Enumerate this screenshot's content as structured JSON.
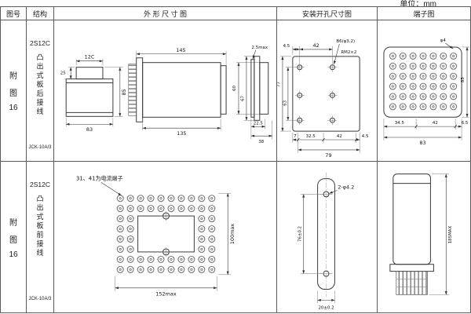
{
  "unit": "单位：mm",
  "header": {
    "col_fig": "图号",
    "col_struct": "结构",
    "col_outline": "外 形 尺 寸 图",
    "col_mounting": "安装开孔尺寸图",
    "col_terminal": "端子图"
  },
  "row1": {
    "fig": {
      "c1": "附",
      "c2": "图",
      "c3": "16"
    },
    "struct": {
      "model": "2S12C",
      "desc": "凸出式板后接线",
      "code": "JCK-10A/3"
    },
    "outline": {
      "d12c": "12C",
      "d25": "25",
      "d85": "85",
      "d83": "83",
      "d145": "145",
      "d135": "135",
      "d25max": "2.5max",
      "d60": "60",
      "d67": "67",
      "d225": "22.5",
      "d38": "38"
    },
    "mounting": {
      "d45t": "4.5",
      "d42t": "42",
      "b6": "B6(φ3.2)",
      "rm2": "RM2×2",
      "d77": "77",
      "d63": "63",
      "d7": "7",
      "d325": "32.5",
      "d42b": "42",
      "d45b": "4.5",
      "d79": "79"
    },
    "terminal": {
      "phi4": "φ4",
      "d345": "34.5",
      "d42": "42",
      "d65": "6.5",
      "d83": "83",
      "d85": "85"
    }
  },
  "row2": {
    "fig": {
      "c1": "附",
      "c2": "图",
      "c3": "16"
    },
    "struct": {
      "model": "2S12C",
      "desc": "凸出式板前接线",
      "code": "JCK-10A/3"
    },
    "outline": {
      "note": "31、41为电流端子",
      "d100": "100max",
      "d152": "152max"
    },
    "mounting": {
      "d76": "76±0.2",
      "dphi": "2-φ4.2",
      "d20": "20±0.2"
    },
    "terminal": {
      "d185": "185MAX"
    }
  }
}
